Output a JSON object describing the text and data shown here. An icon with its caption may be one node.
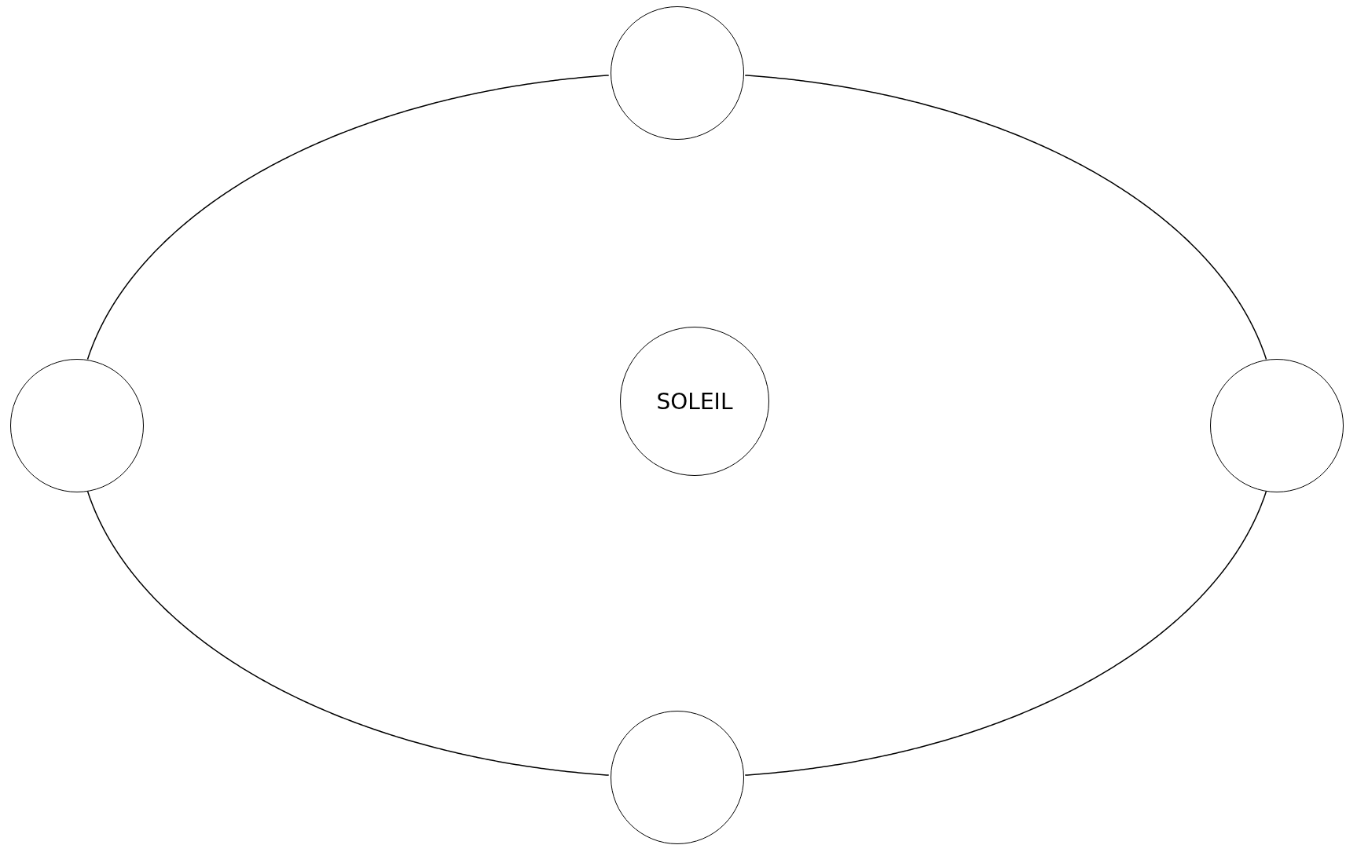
{
  "diagram": {
    "nodes": [
      {
        "text": [],
        "shape": "circle"
      },
      {
        "text": [],
        "shape": "circle"
      },
      {
        "text": [
          "SOLEIL"
        ]
      },
      {
        "text": [],
        "shape": "circle"
      },
      {
        "text": [],
        "shape": "circle"
      }
    ],
    "edges": [
      {
        "from": 0,
        "to": 3,
        "arrow": "none"
      },
      {
        "from": 3,
        "to": 4,
        "arrow": "none"
      },
      {
        "from": 4,
        "to": 1,
        "arrow": "none"
      },
      {
        "from": 1,
        "to": 0,
        "arrow": "none"
      }
    ]
  }
}
